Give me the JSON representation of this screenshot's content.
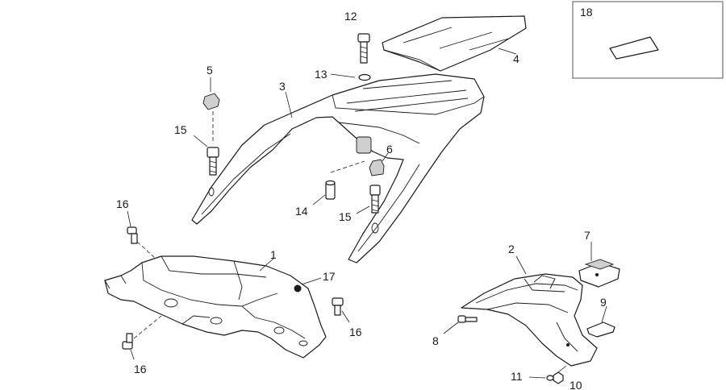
{
  "callouts": {
    "c1": "1",
    "c2": "2",
    "c3": "3",
    "c4": "4",
    "c5": "5",
    "c6": "6",
    "c7": "7",
    "c8": "8",
    "c9": "9",
    "c10": "10",
    "c11": "11",
    "c12": "12",
    "c13": "13",
    "c14": "14",
    "c15a": "15",
    "c15b": "15",
    "c16a": "16",
    "c16b": "16",
    "c16c": "16",
    "c17": "17",
    "c18": "18"
  }
}
